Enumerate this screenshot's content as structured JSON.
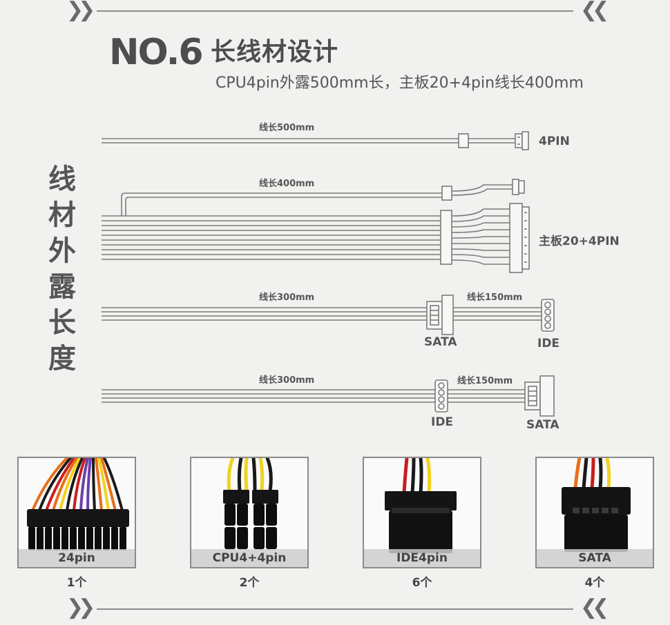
{
  "header": {
    "number": "NO.6",
    "title": "长线材设计",
    "subtitle": "CPU4pin外露500mm长，主板20+4pin线长400mm"
  },
  "side_title": [
    "线",
    "材",
    "外",
    "露",
    "长",
    "度"
  ],
  "cables": [
    {
      "length_label": "线长500mm",
      "connector_label": "4PIN"
    },
    {
      "length_label": "线长400mm",
      "connector_label": "主板20+4PIN"
    },
    {
      "length_label": "线长300mm",
      "second_length_label": "线长150mm",
      "first_connector": "SATA",
      "second_connector": "IDE"
    },
    {
      "length_label": "线长300mm",
      "second_length_label": "线长150mm",
      "first_connector": "IDE",
      "second_connector": "SATA"
    }
  ],
  "photos": [
    {
      "caption": "24pin",
      "count": "1个",
      "icon": "atx-24pin-connector-photo"
    },
    {
      "caption": "CPU4+4pin",
      "count": "2个",
      "icon": "cpu-8pin-connector-photo"
    },
    {
      "caption": "IDE4pin",
      "count": "6个",
      "icon": "ide-molex-connector-photo"
    },
    {
      "caption": "SATA",
      "count": "4个",
      "icon": "sata-connector-photo"
    }
  ],
  "colors": {
    "background": "#f1f1ef",
    "text": "#4d4d4d",
    "wire": "#7a7a7a",
    "wire_orange": "#e8701a",
    "wire_red": "#c81e1e",
    "wire_yellow": "#f2d21c",
    "wire_purple": "#6a3fa8",
    "wire_black": "#1a1a1a"
  }
}
